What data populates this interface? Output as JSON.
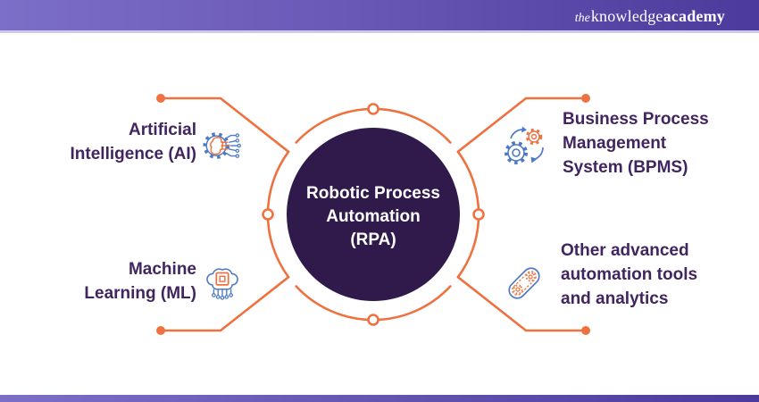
{
  "header": {
    "logo": {
      "prefix": "the",
      "word1": "knowledge",
      "word2": "academy"
    }
  },
  "center": {
    "title_line1": "Robotic Process",
    "title_line2": "Automation",
    "title_line3": "(RPA)"
  },
  "nodes": [
    {
      "id": "ai",
      "position": "top-left",
      "icon": "ai-brain-circuit-icon",
      "label_line1": "Artificial",
      "label_line2": "Intelligence (AI)"
    },
    {
      "id": "ml",
      "position": "bottom-left",
      "icon": "ml-brain-chip-icon",
      "label_line1": "Machine",
      "label_line2": "Learning (ML)"
    },
    {
      "id": "bpms",
      "position": "top-right",
      "icon": "bpms-gears-icon",
      "label_line1": "Business Process",
      "label_line2": "Management",
      "label_line3": "System (BPMS)"
    },
    {
      "id": "other",
      "position": "bottom-right",
      "icon": "automation-track-icon",
      "label_line1": "Other advanced",
      "label_line2": "automation tools",
      "label_line3": "and analytics"
    }
  ],
  "colors": {
    "accent_orange": "#EE7240",
    "deep_purple_circle": "#301A4B",
    "text_purple": "#41255F",
    "icon_blue": "#4E79C7",
    "header_gradient_start": "#7C6FC8",
    "header_gradient_end": "#4C3A9C",
    "header_strip": "#CFC8EA"
  }
}
